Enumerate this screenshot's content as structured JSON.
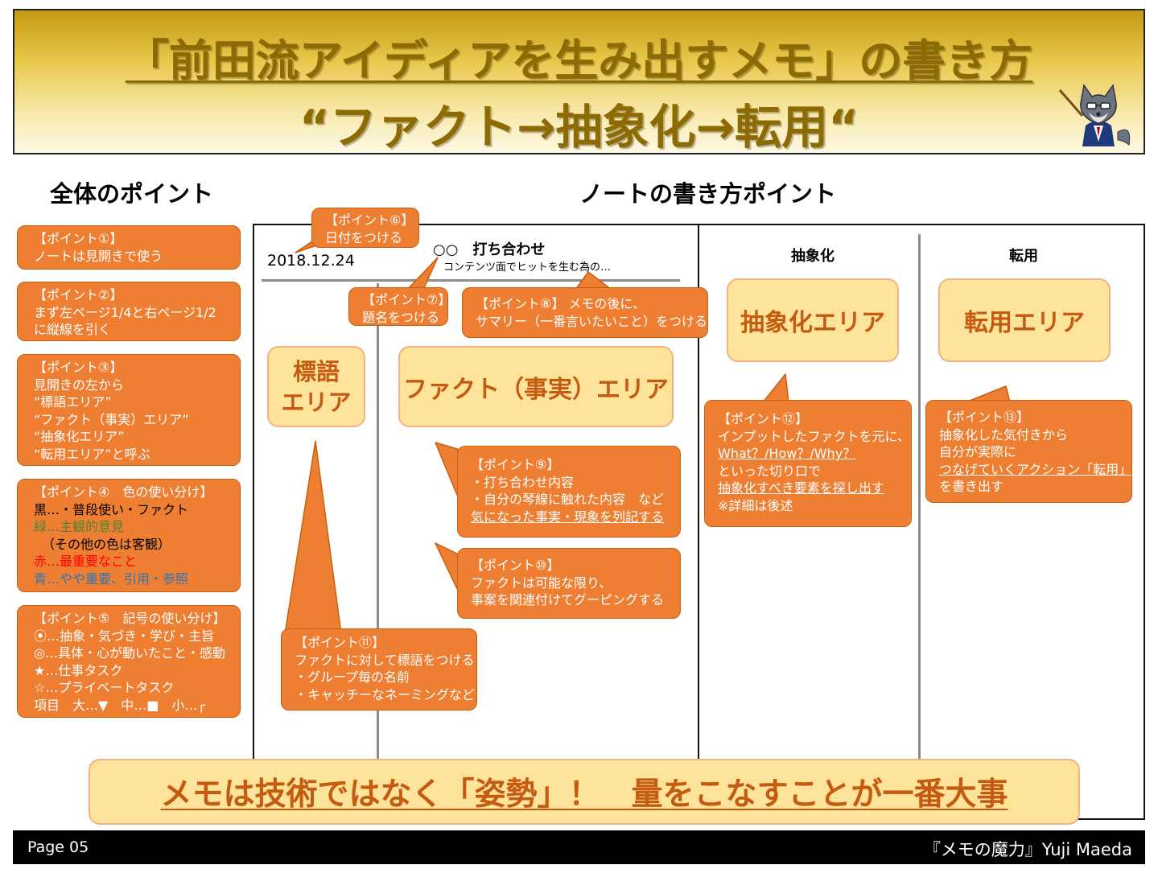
{
  "header": {
    "title_line1": "「前田流アイディアを生み出すメモ」の書き方",
    "title_line2": "“ファクト→抽象化→転用“",
    "mascot": "wolf-teacher-mascot"
  },
  "left": {
    "heading": "全体のポイント",
    "boxes": [
      {
        "lines": [
          "【ポイント①】",
          "ノートは見開きで使う"
        ]
      },
      {
        "lines": [
          "【ポイント②】",
          "まず左ページ1/4と右ページ1/2",
          "に縦線を引く"
        ]
      },
      {
        "lines": [
          "【ポイント③】",
          "見開きの左から",
          "“標語エリア”",
          "“ファクト（事実）エリア”",
          "“抽象化エリア”",
          "“転用エリア”と呼ぶ"
        ]
      },
      {
        "lines": [
          "【ポイント④　色の使い分け】",
          "黒…・普段使い・ファクト",
          "緑…主観的意見",
          "（その他の色は客観）",
          "赤…最重要なこと",
          "青…やや重要、引用・参照"
        ]
      },
      {
        "lines": [
          "【ポイント⑤　記号の使い分け】",
          "⦿…抽象・気づき・学び・主旨",
          "◎…具体・心が動いたこと・感動",
          "★…仕事タスク",
          "☆…プライベートタスク",
          "項目　大…▼　中…■　小…┌"
        ]
      }
    ],
    "colors": {
      "black": "#000000",
      "green": "#548235",
      "red": "#ff0000",
      "blue": "#2e75b6"
    }
  },
  "note": {
    "heading": "ノートの書き方ポイント",
    "date": "2018.12.24",
    "meeting_title": "○○　打ち合わせ",
    "summary": "コンテンツ面でヒットを生む為の…",
    "col_abstract": "抽象化",
    "col_transfer": "転用",
    "areas": {
      "slogan": [
        "標語",
        "エリア"
      ],
      "fact": "ファクト（事実）エリア",
      "abstract": "抽象化エリア",
      "transfer": "転用エリア"
    },
    "callouts": {
      "p6": [
        "【ポイント⑥】",
        "日付をつける"
      ],
      "p7": [
        "【ポイント⑦】",
        "題名をつける"
      ],
      "p8": [
        "【ポイント⑧】 メモの後に、",
        "サマリー（一番言いたいこと）をつける"
      ],
      "p9": [
        "【ポイント⑨】",
        "・打ち合わせ内容",
        "・自分の琴線に触れた内容　など",
        "気になった事実・現象を列記する"
      ],
      "p10": [
        "【ポイント⑩】",
        "ファクトは可能な限り、",
        "事案を関連付けてグーピングする"
      ],
      "p11": [
        "【ポイント⑪】",
        "ファクトに対して標語をつける",
        "・グループ毎の名前",
        "・キャッチーなネーミングなど"
      ],
      "p12": [
        "【ポイント⑫】",
        "インプットしたファクトを元に、",
        "What？/How？/Why？",
        "といった切り口で",
        "抽象化すべき要素を探し出す",
        "※詳細は後述"
      ],
      "p13": [
        "【ポイント⑬】",
        "抽象化した気付きから",
        "自分が実際に",
        "つなげていくアクション「転用」",
        "を書き出す"
      ]
    }
  },
  "banner": "メモは技術ではなく「姿勢」！　量をこなすことが一番大事",
  "footer": {
    "page": "Page 05",
    "credit": "『メモの魔力』Yuji Maeda"
  },
  "theme": {
    "orange": "#ee7e32",
    "light_box": "#fee39b",
    "area_text": "#c55a11",
    "gold": "#8c6a04"
  }
}
